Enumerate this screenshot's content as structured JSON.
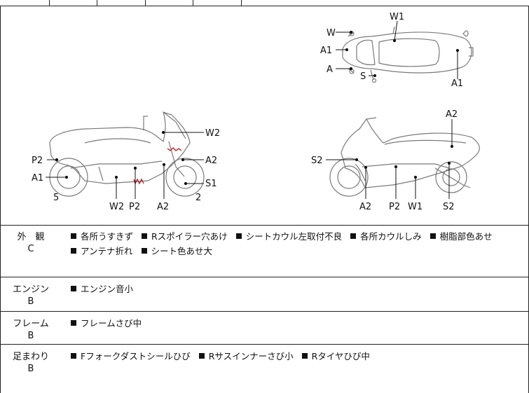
{
  "diagram": {
    "top_view": {
      "labels": {
        "w1": "W1",
        "w": "W",
        "a1_left": "A1",
        "a_left": "A",
        "s": "S",
        "a1_right": "A1"
      }
    },
    "left_view": {
      "labels": {
        "w2_top": "W2",
        "p2_left": "P2",
        "a1": "A1",
        "a2_right": "A2",
        "s1": "S1",
        "num5": "5",
        "w2_bottom": "W2",
        "p2_bottom": "P2",
        "a2_bottom": "A2",
        "num2": "2"
      }
    },
    "right_view": {
      "labels": {
        "a2_top": "A2",
        "s2_left": "S2",
        "a2_bottom": "A2",
        "p2_bottom": "P2",
        "w1_bottom": "W1",
        "s2_bottom": "S2"
      }
    }
  },
  "conditions": [
    {
      "category": "外　観",
      "grade": "C",
      "items": [
        "各所うすきず",
        "Rスポイラー穴あけ",
        "シートカウル左取付不良",
        "各所カウルしみ",
        "樹脂部色あせ",
        "アンテナ折れ",
        "シート色あせ大"
      ]
    },
    {
      "category": "エンジン",
      "grade": "B",
      "items": [
        "エンジン音小"
      ]
    },
    {
      "category": "フレーム",
      "grade": "B",
      "items": [
        "フレームさび中"
      ]
    },
    {
      "category": "足まわり",
      "grade": "B",
      "items": [
        "Fフォークダストシールひび",
        "Rサスインナーさび小",
        "Rタイヤひび中"
      ]
    }
  ],
  "colors": {
    "damage_mark": "#b01818",
    "outline": "#7a7a7a"
  }
}
